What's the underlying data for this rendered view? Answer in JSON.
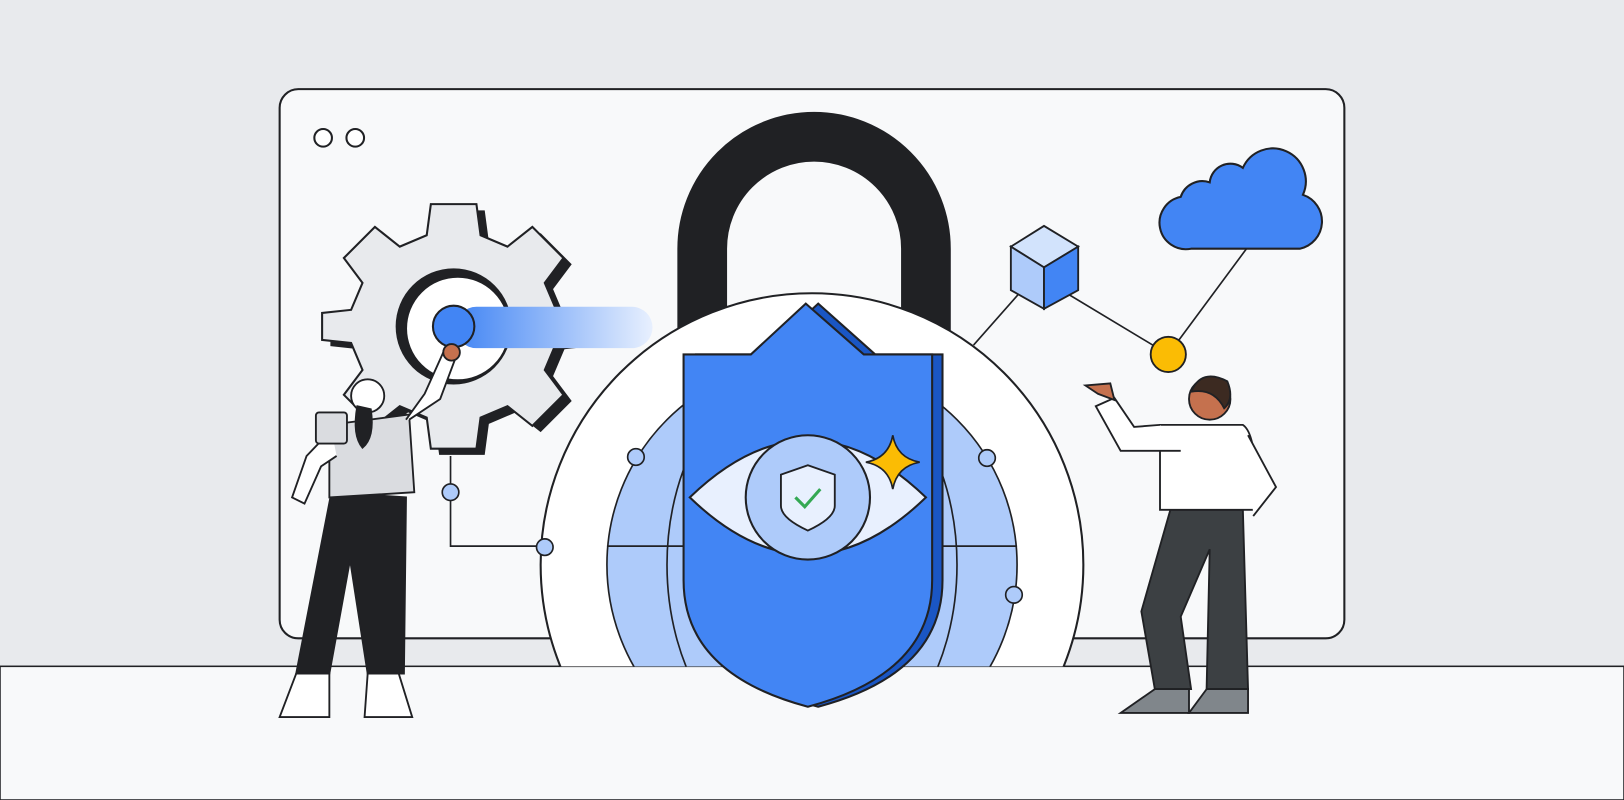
{
  "illustration": {
    "colors": {
      "background": "#e8eaed",
      "floor": "#f8f9fa",
      "window": "#f8f9fa",
      "outline": "#202124",
      "shield_blue": "#4285f4",
      "globe_blue": "#aecbfa",
      "light_blue": "#e8f0fe",
      "sparkle_yellow": "#fbbc04",
      "check_green": "#34a853",
      "gear_gray": "#e8eaed",
      "skin": "#c5714e",
      "pants_dark": "#3c4043"
    },
    "icons": [
      "browser-window",
      "padlock",
      "shield",
      "eye",
      "check-shield",
      "sparkle",
      "gear",
      "slider",
      "cube",
      "cloud",
      "node"
    ]
  }
}
